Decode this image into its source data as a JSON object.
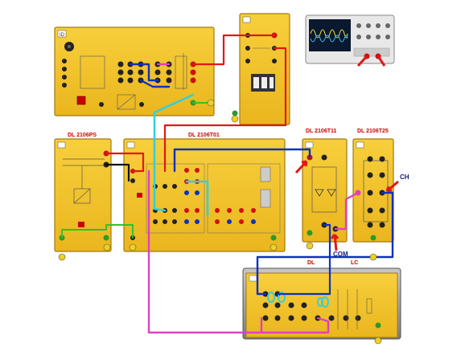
{
  "labels": {
    "psu": "DL 2106PS",
    "main": "DL 2106T01",
    "t11": "DL 2106T11",
    "t25": "DL 2106T25",
    "bottom_prefix": "DL",
    "bottom_suffix": "LC",
    "ch": "CH",
    "com": "COM"
  },
  "colors": {
    "panel": "#f2c22a",
    "panel_edge": "#b88a12",
    "frame": "#9a9a9a",
    "red": "#e01818",
    "blue": "#1030c0",
    "cyan": "#30d0e0",
    "green": "#30c030",
    "magenta": "#e040c0",
    "black": "#111111"
  }
}
